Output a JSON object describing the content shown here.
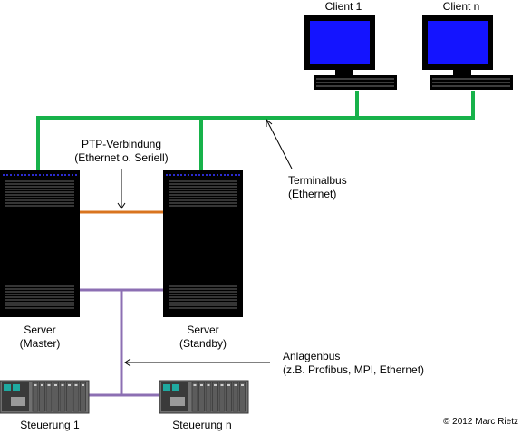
{
  "labels": {
    "client_1": "Client 1",
    "client_n": "Client n",
    "ptp_line1": "PTP-Verbindung",
    "ptp_line2": "(Ethernet o. Seriell)",
    "terminalbus_line1": "Terminalbus",
    "terminalbus_line2": "(Ethernet)",
    "server_master_line1": "Server",
    "server_master_line2": "(Master)",
    "server_standby_line1": "Server",
    "server_standby_line2": "(Standby)",
    "anlagenbus_line1": "Anlagenbus",
    "anlagenbus_line2": "(z.B. Profibus, MPI, Ethernet)",
    "steuerung_1": "Steuerung 1",
    "steuerung_n": "Steuerung n",
    "copyright": "© 2012 Marc Rietz"
  },
  "colors": {
    "terminal_bus": "#17b24a",
    "ptp_link": "#d9741f",
    "plant_bus": "#8c6fb3",
    "server_body": "#000000",
    "server_led": "#2b2bcf",
    "monitor_screen": "#1414ff",
    "plc_body": "#707070"
  }
}
